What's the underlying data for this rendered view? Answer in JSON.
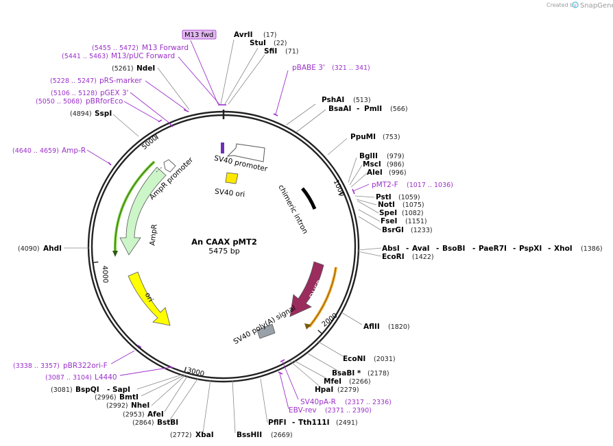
{
  "credit": {
    "text": "Created by",
    "brand": "SnapGene"
  },
  "center": {
    "title": "An CAAX pMT2",
    "size": "5475 bp"
  },
  "colors": {
    "primer": "#9B2FC9",
    "backbone": "#222222",
    "dhfr": "#9B2C5E",
    "ori": "#FFFF00",
    "ampr": "#CCF5C8",
    "sv40_ori": "#FFE800",
    "polya": "#9AA0A8",
    "orf": "#F5A623",
    "orf_green": "#7DD13E"
  },
  "ruler": [
    "1000",
    "2000",
    "3000",
    "4000",
    "5000"
  ],
  "tags": {
    "m13fwd": "M13 fwd"
  },
  "sites": [
    {
      "name": "AvrII",
      "pos": "(17)"
    },
    {
      "name": "StuI",
      "pos": "(22)"
    },
    {
      "name": "SfiI",
      "pos": "(71)"
    },
    {
      "name": "PshAI",
      "pos": "(513)"
    },
    {
      "name": "BsaAI",
      "sep": "-",
      "name2": "PmlI",
      "pos": "(566)"
    },
    {
      "name": "PpuMI",
      "pos": "(753)"
    },
    {
      "name": "BglII",
      "pos": "(979)"
    },
    {
      "name": "MscI",
      "pos": "(986)"
    },
    {
      "name": "AleI",
      "pos": "(996)"
    },
    {
      "name": "PstI",
      "pos": "(1059)"
    },
    {
      "name": "NotI",
      "pos": "(1075)"
    },
    {
      "name": "SpeI",
      "pos": "(1082)"
    },
    {
      "name": "FseI",
      "pos": "(1151)"
    },
    {
      "name": "BsrGI",
      "pos": "(1233)"
    },
    {
      "name": "EcoRI",
      "pos": "(1422)"
    },
    {
      "name": "AflII",
      "pos": "(1820)"
    },
    {
      "name": "EcoNI",
      "pos": "(2031)"
    },
    {
      "name": "BsaBI *",
      "pos": "(2178)"
    },
    {
      "name": "MfeI",
      "pos": "(2266)"
    },
    {
      "name": "HpaI",
      "pos": "(2279)"
    },
    {
      "name": "PflFI",
      "sep": "-",
      "name2": "Tth111I",
      "pos": "(2491)"
    },
    {
      "name": "BssHII",
      "pos": "(2669)"
    },
    {
      "name": "XbaI",
      "pos": "(2772)"
    },
    {
      "name": "BstBI",
      "pos": "(2864)"
    },
    {
      "name": "AfeI",
      "pos": "(2953)"
    },
    {
      "name": "NheI",
      "pos": "(2992)"
    },
    {
      "name": "BmtI",
      "pos": "(2996)"
    },
    {
      "name": "BspQI",
      "sep": "-",
      "name2": "SapI",
      "pos": "(3081)"
    },
    {
      "name": "AhdI",
      "pos": "(4090)"
    },
    {
      "name": "SspI",
      "pos": "(4894)"
    },
    {
      "name": "NdeI",
      "pos": "(5261)"
    }
  ],
  "multi_site": {
    "names": [
      "AbsI",
      "AvaI",
      "BsoBI",
      "PaeR7I",
      "PspXI",
      "XhoI"
    ],
    "sep": "-",
    "pos": "(1386)"
  },
  "primers": [
    {
      "name": "M13 Forward",
      "pos": "(5455 .. 5472)"
    },
    {
      "name": "M13/pUC Forward",
      "pos": "(5441 .. 5463)"
    },
    {
      "name": "pRS-marker",
      "pos": "(5228 .. 5247)"
    },
    {
      "name": "pGEX 3'",
      "pos": "(5106 .. 5128)"
    },
    {
      "name": "pBRforEco",
      "pos": "(5050 .. 5068)"
    },
    {
      "name": "pBABE 3'",
      "pos": "(321 .. 341)"
    },
    {
      "name": "pMT2-F",
      "pos": "(1017 .. 1036)"
    },
    {
      "name": "Amp-R",
      "pos": "(4640 .. 4659)"
    },
    {
      "name": "pBR322ori-F",
      "pos": "(3338 .. 3357)"
    },
    {
      "name": "L4440",
      "pos": "(3087 .. 3104)"
    },
    {
      "name": "SV40pA-R",
      "pos": "(2317 .. 2336)"
    },
    {
      "name": "EBV-rev",
      "pos": "(2371 .. 2390)"
    }
  ],
  "features": {
    "sv40_promoter": "SV40 promoter",
    "sv40_ori": "SV40 ori",
    "chimeric_intron": "chimeric intron",
    "dhfr": "DHFR",
    "sv40_polya": "SV40 poly(A) signal",
    "ori": "ori",
    "ampr": "AmpR",
    "ampr_promoter": "AmpR promoter"
  }
}
